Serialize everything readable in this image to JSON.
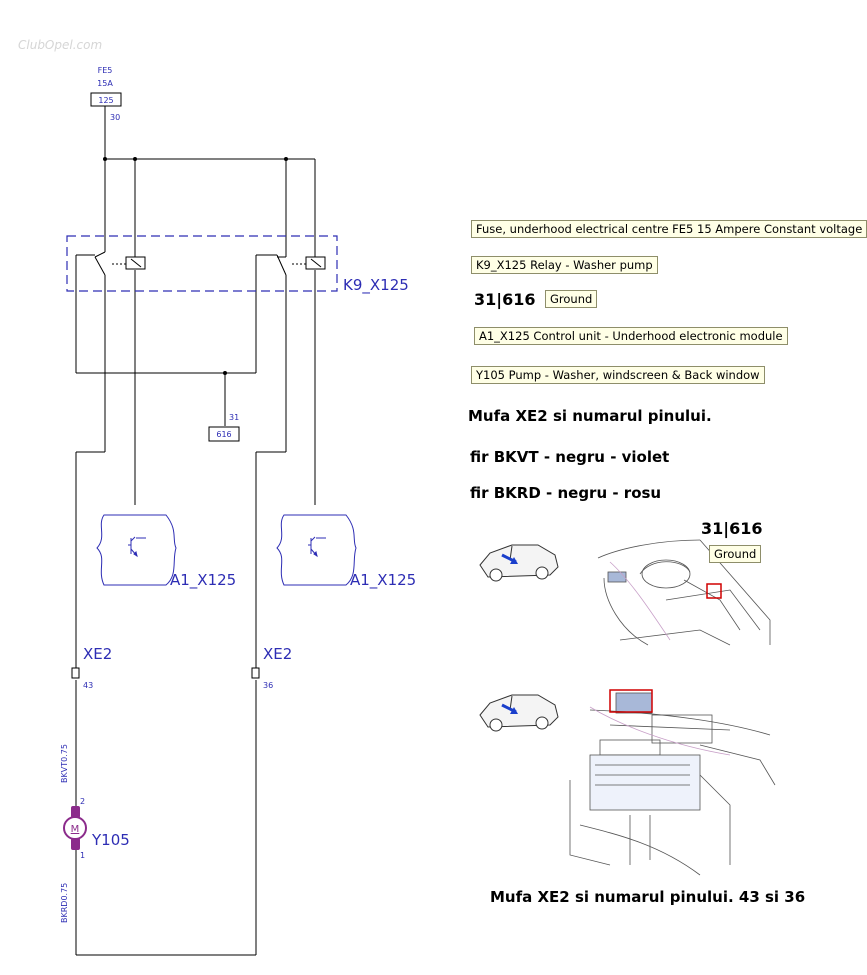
{
  "watermark": "ClubOpel.com",
  "diagram": {
    "fuse": {
      "name": "FE5",
      "rating": "15A",
      "pin": "125",
      "wire": "30"
    },
    "relay_label": "K9_X125",
    "ground": {
      "wire": "31",
      "pin": "616"
    },
    "control_unit_label": "A1_X125",
    "connector": {
      "name": "XE2",
      "pin_left": "43",
      "pin_right": "36"
    },
    "wire_top": "BKVT0.75",
    "wire_bottom": "BKRD0.75",
    "motor": {
      "name": "Y105",
      "symbol": "M",
      "pin_top": "2",
      "pin_bottom": "1"
    }
  },
  "legend": {
    "fuse": "Fuse, underhood electrical centre FE5 15 Ampere Constant voltage",
    "relay": "K9_X125 Relay - Washer pump",
    "ground_code": "31|616",
    "ground": "Ground",
    "control_unit": "A1_X125 Control unit - Underhood electronic module",
    "pump": "Y105 Pump - Washer, windscreen & Back window"
  },
  "notes": {
    "line1": "Mufa XE2 si numarul pinului.",
    "line2": "fir BKVT - negru - violet",
    "line3": "fir BKRD - negru - rosu"
  },
  "photos": {
    "ground_code": "31|616",
    "ground": "Ground",
    "caption": "Mufa XE2 si numarul pinului. 43 si 36"
  }
}
